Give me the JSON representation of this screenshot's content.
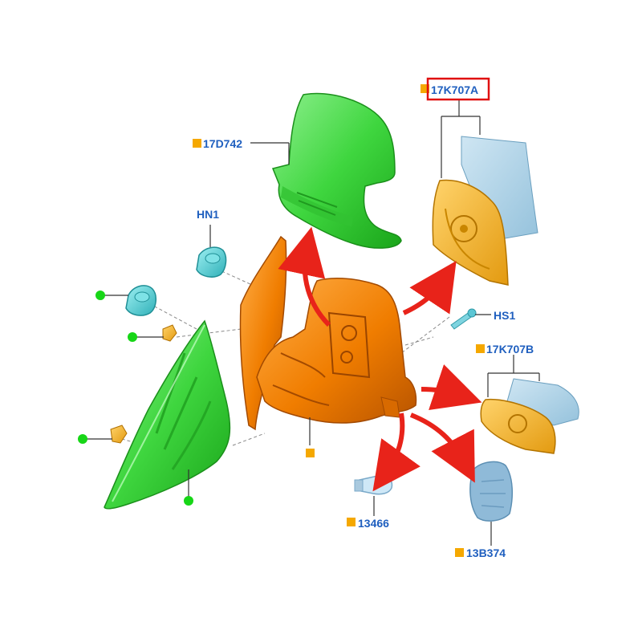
{
  "colors": {
    "label_text": "#1f5fbf",
    "marker_orange": "#f5a800",
    "marker_green": "#17d617",
    "highlight_box": "#e01010",
    "arrow_red": "#e8231a",
    "leader_line": "#333333",
    "housing_orange": "#f07d00",
    "cover_green": "#4fd94f",
    "glass_blue": "#a8cfe6",
    "glass_amber": "#f2b12a",
    "lamp_blue": "#8fbad8",
    "clip_teal": "#4fc9cf"
  },
  "labels": {
    "cover": "17D742",
    "glass_left": "17K707A",
    "glass_right": "17K707B",
    "motor": "HN1",
    "screw": "HS1",
    "bulb": "13466",
    "lamp": "13B374"
  },
  "highlighted": "17K707A"
}
